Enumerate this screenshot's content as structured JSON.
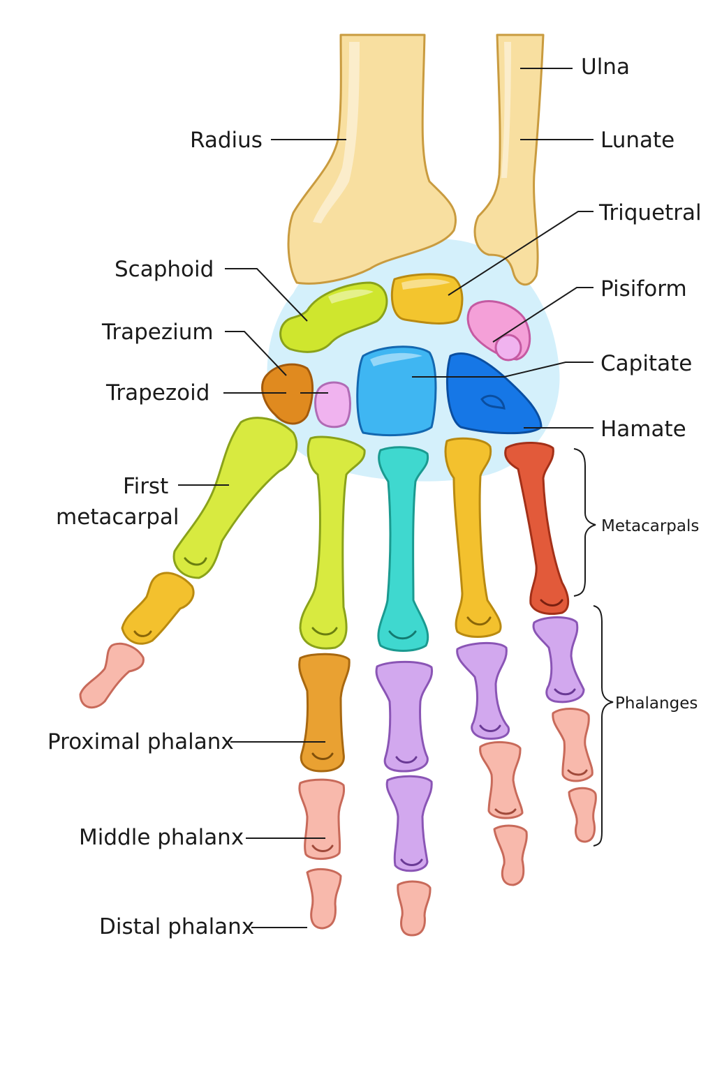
{
  "labels": {
    "ulna": "Ulna",
    "radius": "Radius",
    "lunate": "Lunate",
    "triquetral": "Triquetral",
    "scaphoid": "Scaphoid",
    "pisiform": "Pisiform",
    "trapezium": "Trapezium",
    "capitate": "Capitate",
    "trapezoid": "Trapezoid",
    "hamate": "Hamate",
    "first_metacarpal_line1": "First",
    "first_metacarpal_line2": "metacarpal",
    "metacarpals": "Metacarpals",
    "phalanges": "Phalanges",
    "proximal_phalanx": "Proximal phalanx",
    "middle_phalanx": "Middle phalanx",
    "distal_phalanx": "Distal phalanx"
  },
  "colors": {
    "forearm": "#f8dfa0",
    "carpal_region": "#d4f0fb",
    "scaphoid": "#cfe62e",
    "lunate_carpal": "#f3c52e",
    "pisiform": "#f4a0d8",
    "trapezium": "#e08a1f",
    "trapezoid": "#f0b3ef",
    "capitate": "#3fb6f2",
    "hamate": "#1677e6",
    "metacarpal_index": "#d8ea40",
    "metacarpal_middle": "#3fd8cf",
    "metacarpal_ring": "#f3c12e",
    "metacarpal_little": "#e25a3a",
    "proximal_index": "#e9a132",
    "purple_phalanx": "#d2a8ee",
    "pink_phalanx": "#f8b9ac"
  }
}
